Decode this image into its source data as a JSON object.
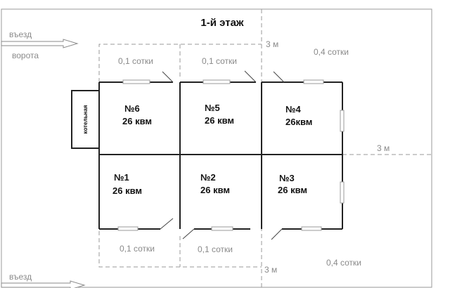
{
  "title": "1-й этаж",
  "entry_top": "въезд",
  "entry_bottom": "въезд",
  "gate": "ворота",
  "boiler": "котельная",
  "rooms": [
    {
      "number": "№6",
      "area": "26 квм"
    },
    {
      "number": "№5",
      "area": "26 квм"
    },
    {
      "number": "№4",
      "area": "26квм"
    },
    {
      "number": "№1",
      "area": "26 квм"
    },
    {
      "number": "№2",
      "area": "26 квм"
    },
    {
      "number": "№3",
      "area": "26 квм"
    }
  ],
  "plots": {
    "top_left": "0,1 сотки",
    "top_mid": "0,1 сотки",
    "bottom_left": "0,1 сотки",
    "bottom_mid": "0,1 сотки",
    "top_right": "0,4 сотки",
    "bottom_right": "0,4 сотки"
  },
  "distances": {
    "top": "3 м",
    "right": "3 м",
    "bottom": "3 м"
  }
}
